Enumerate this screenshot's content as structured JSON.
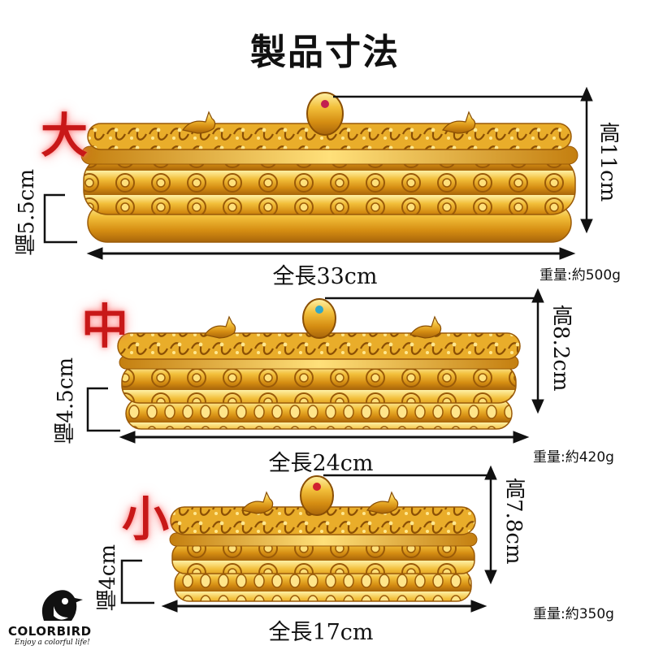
{
  "title": "製品寸法",
  "products": [
    {
      "size": "大",
      "length": "全長33cm",
      "height": "高11cm",
      "width": "幅5.5cm",
      "weight": "重量:約500g"
    },
    {
      "size": "中",
      "length": "全長24cm",
      "height": "高8.2cm",
      "width": "幅4.5cm",
      "weight": "重量:約420g"
    },
    {
      "size": "小",
      "length": "全長17cm",
      "height": "高7.8cm",
      "width": "幅4cm",
      "weight": "重量:約350g"
    }
  ],
  "brand": {
    "name": "COLORBIRD",
    "tagline": "Enjoy a colorful life!"
  },
  "colors": {
    "gold": "#e3a21c",
    "gold_light": "#ffe07a",
    "gold_dark": "#a8650a",
    "size_mark": "#c81818"
  }
}
